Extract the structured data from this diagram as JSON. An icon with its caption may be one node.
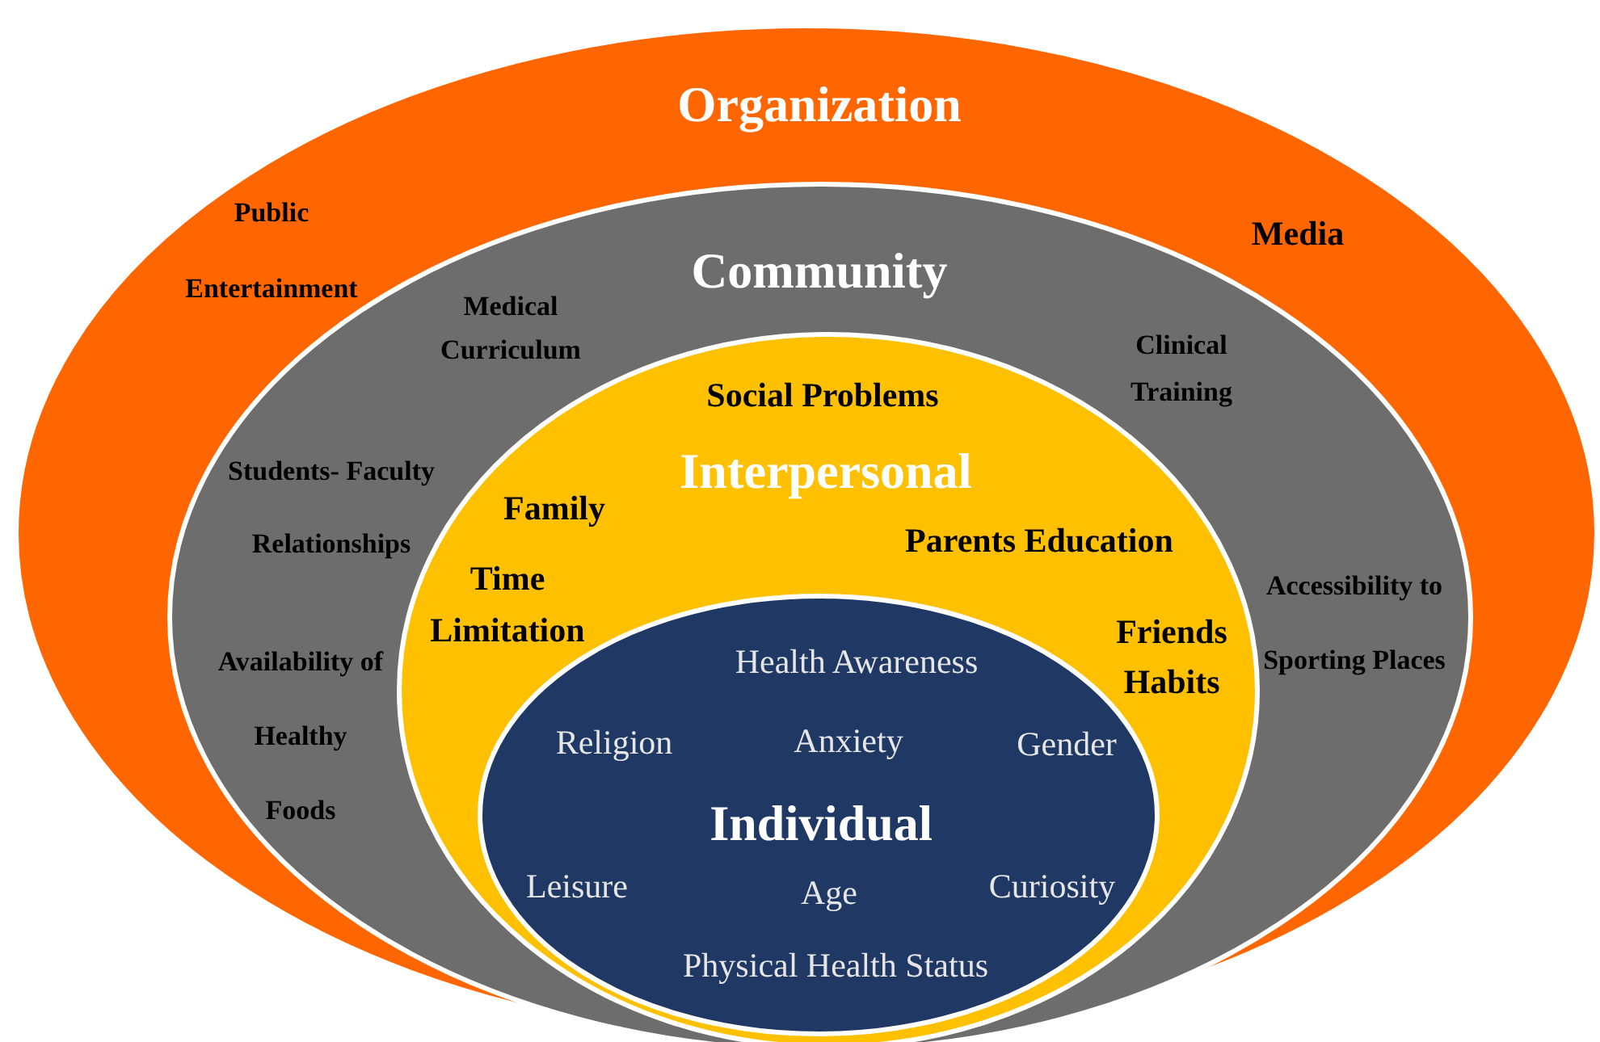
{
  "diagram": {
    "nodes": [
      {
        "text": [
          "Organization",
          "Public Entertainment",
          "Media"
        ]
      },
      {
        "text": [
          "Community",
          "Medical Curriculum",
          "Clinical Training",
          "Students- Faculty Relationships",
          "Availability of Healthy Foods",
          "Accessibility to Sporting Places"
        ],
        "in": 0
      },
      {
        "text": [
          "Social Problems",
          "Interpersonal",
          "Family",
          "Parents Education",
          "Time Limitation",
          "Friends Habits"
        ],
        "in": 1
      },
      {
        "text": [
          "Health Awareness",
          "Religion",
          "Anxiety",
          "Gender",
          "Individual",
          "Leisure",
          "Age",
          "Curiosity",
          "Physical Health Status"
        ],
        "in": 2
      }
    ]
  }
}
